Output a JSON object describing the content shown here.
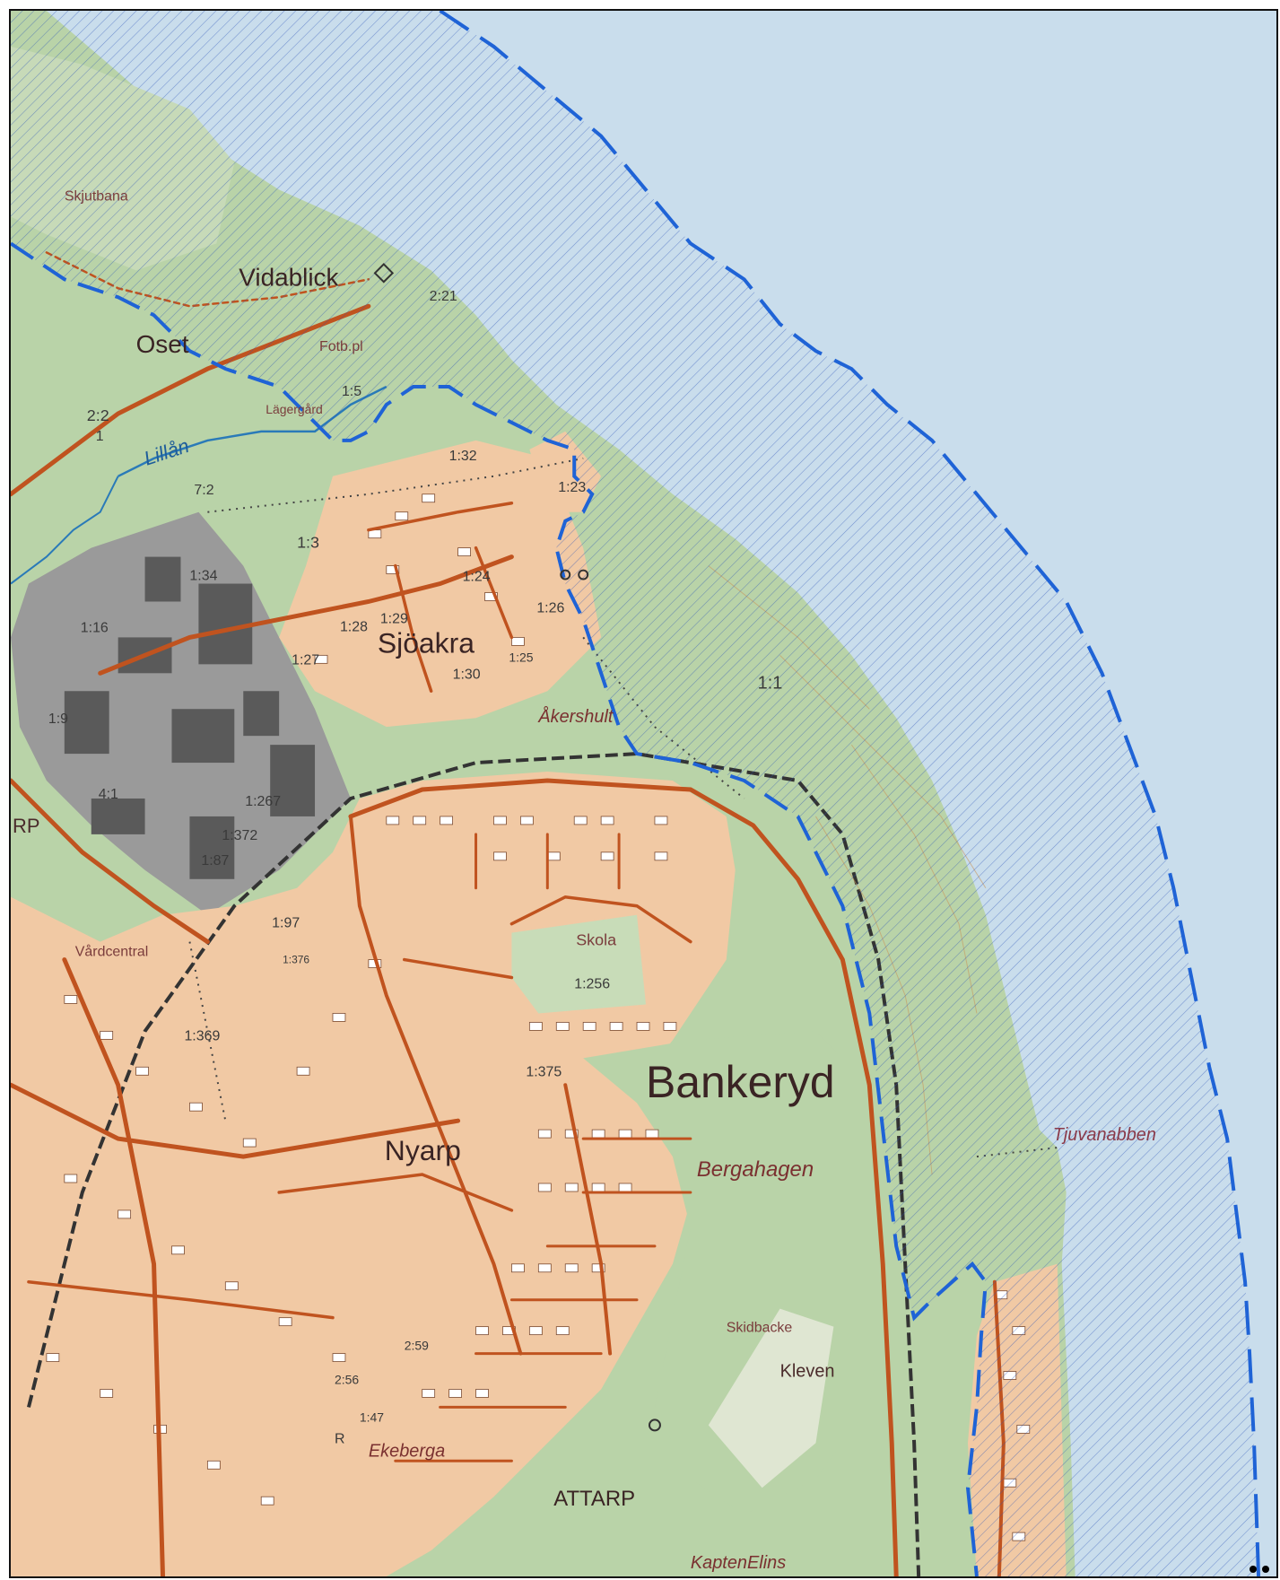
{
  "map": {
    "colors": {
      "water": "#c9ddec",
      "forest": "#b9d3a8",
      "residential": "#f1c9a4",
      "industrial": "#8f8f8f",
      "road": "#c0531f",
      "boundary": "#1f63d6",
      "hatch": "#2a52b8"
    },
    "labels": {
      "vidablick": "Vidablick",
      "oset": "Oset",
      "sjoakra": "Sjöakra",
      "bankeryd": "Bankeryd",
      "nyarp": "Nyarp",
      "attarp": "ATTARP",
      "akershult": "Åkershult",
      "bergahagen": "Bergahagen",
      "ekeberga": "Ekeberga",
      "kleven": "Kleven",
      "kaptenelins": "KaptenElins",
      "tjuvanabben": "Tjuvanabben",
      "lillan": "Lillån",
      "skjutbana": "Skjutbana",
      "fotbpl": "Fotb.pl",
      "lagergard": "Lägergård",
      "skola": "Skola",
      "vardcentral": "Vårdcentral",
      "skidbacke": "Skidbacke",
      "rp": "RP"
    },
    "property_ids": {
      "p_2_21": "2:21",
      "p_1_5": "1:5",
      "p_2_2": "2:2",
      "p_1": "1",
      "p_7_2": "7:2",
      "p_1_32": "1:32",
      "p_1_23": "1:23",
      "p_1_3": "1:3",
      "p_1_34": "1:34",
      "p_1_24": "1:24",
      "p_1_26": "1:26",
      "p_1_28": "1:28",
      "p_1_29": "1:29",
      "p_1_27": "1:27",
      "p_1_30": "1:30",
      "p_1_25": "1:25",
      "p_1_1": "1:1",
      "p_1_16": "1:16",
      "p_1_9": "1:9",
      "p_4_1": "4:1",
      "p_1_267": "1:267",
      "p_1_372": "1:372",
      "p_1_87": "1:87",
      "p_1_97": "1:97",
      "p_1_376": "1:376",
      "p_1_256": "1:256",
      "p_1_369": "1:369",
      "p_1_375": "1:375",
      "p_2_56": "2:56",
      "p_2_59": "2:59",
      "p_1_47": "1:47",
      "p_r": "R"
    }
  }
}
